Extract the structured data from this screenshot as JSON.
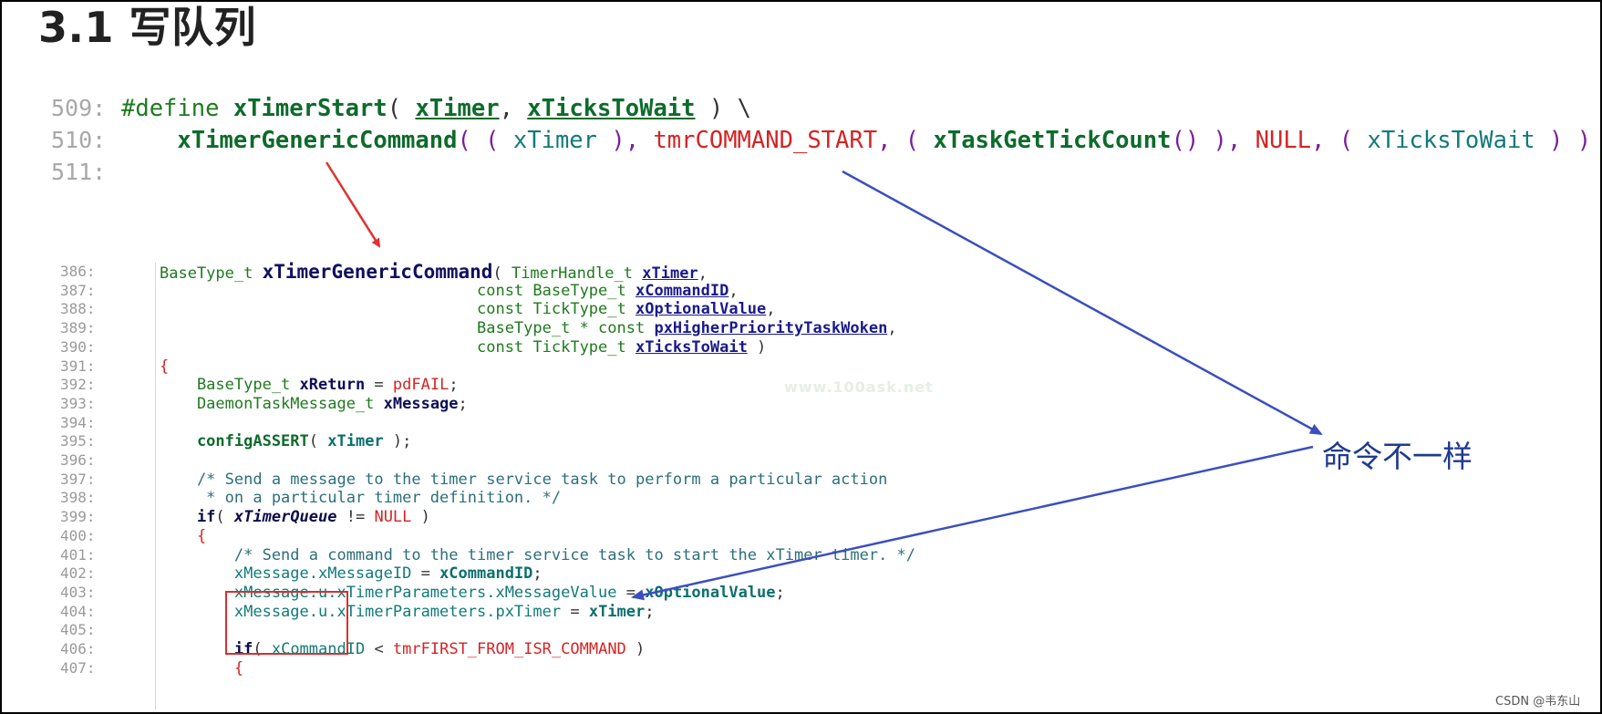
{
  "heading": "3.1 写队列",
  "big_code": [
    {
      "ln": "509:",
      "tokens": [
        {
          "t": "#define ",
          "c": "c-pp"
        },
        {
          "t": "xTimerStart",
          "c": "c-fnb"
        },
        {
          "t": "( ",
          "c": "c-op"
        },
        {
          "t": "xTimer",
          "c": "c-fnb uline"
        },
        {
          "t": ", ",
          "c": "c-op"
        },
        {
          "t": "xTicksToWait",
          "c": "c-fnb uline"
        },
        {
          "t": " ) \\",
          "c": "c-op"
        }
      ]
    },
    {
      "ln": "510:",
      "tokens": [
        {
          "t": "    xTimerGenericCommand",
          "c": "c-fnb"
        },
        {
          "t": "( ( ",
          "c": "c-pu"
        },
        {
          "t": "xTimer",
          "c": "c-id"
        },
        {
          "t": " ), ",
          "c": "c-pu"
        },
        {
          "t": "tmrCOMMAND_START",
          "c": "c-const"
        },
        {
          "t": ", ( ",
          "c": "c-pu"
        },
        {
          "t": "xTaskGetTickCount",
          "c": "c-fnb"
        },
        {
          "t": "() ), ",
          "c": "c-pu"
        },
        {
          "t": "NULL",
          "c": "c-const"
        },
        {
          "t": ", ( ",
          "c": "c-pu"
        },
        {
          "t": "xTicksToWait",
          "c": "c-id"
        },
        {
          "t": " ) )",
          "c": "c-pu"
        }
      ]
    },
    {
      "ln": "511:",
      "tokens": []
    }
  ],
  "small_code": [
    {
      "ln": "386:",
      "tokens": [
        {
          "t": "BaseType_t ",
          "c": "c-ty"
        },
        {
          "t": "xTimerGenericCommand",
          "c": "c-big-fn"
        },
        {
          "t": "( ",
          "c": "c-op"
        },
        {
          "t": "TimerHandle_t ",
          "c": "c-ty"
        },
        {
          "t": "xTimer",
          "c": "c-par"
        },
        {
          "t": ",",
          "c": "c-op"
        }
      ]
    },
    {
      "ln": "387:",
      "tokens": [
        {
          "t": "                                  const BaseType_t ",
          "c": "c-ty"
        },
        {
          "t": "xCommandID",
          "c": "c-par"
        },
        {
          "t": ",",
          "c": "c-op"
        }
      ]
    },
    {
      "ln": "388:",
      "tokens": [
        {
          "t": "                                  const TickType_t ",
          "c": "c-ty"
        },
        {
          "t": "xOptionalValue",
          "c": "c-par"
        },
        {
          "t": ",",
          "c": "c-op"
        }
      ]
    },
    {
      "ln": "389:",
      "tokens": [
        {
          "t": "                                  BaseType_t * const ",
          "c": "c-ty"
        },
        {
          "t": "pxHigherPriorityTaskWoken",
          "c": "c-par"
        },
        {
          "t": ",",
          "c": "c-op"
        }
      ]
    },
    {
      "ln": "390:",
      "tokens": [
        {
          "t": "                                  const TickType_t ",
          "c": "c-ty"
        },
        {
          "t": "xTicksToWait",
          "c": "c-par"
        },
        {
          "t": " )",
          "c": "c-op"
        }
      ]
    },
    {
      "ln": "391:",
      "tokens": [
        {
          "t": "{",
          "c": "c-const"
        }
      ]
    },
    {
      "ln": "392:",
      "tokens": [
        {
          "t": "    BaseType_t ",
          "c": "c-ty"
        },
        {
          "t": "xReturn",
          "c": "c-loc"
        },
        {
          "t": " = ",
          "c": "c-op"
        },
        {
          "t": "pdFAIL",
          "c": "c-const"
        },
        {
          "t": ";",
          "c": "c-op"
        }
      ]
    },
    {
      "ln": "393:",
      "tokens": [
        {
          "t": "    DaemonTaskMessage_t ",
          "c": "c-ty"
        },
        {
          "t": "xMessage",
          "c": "c-loc"
        },
        {
          "t": ";",
          "c": "c-op"
        }
      ]
    },
    {
      "ln": "394:",
      "tokens": []
    },
    {
      "ln": "395:",
      "tokens": [
        {
          "t": "    configASSERT",
          "c": "c-fnb"
        },
        {
          "t": "( ",
          "c": "c-op"
        },
        {
          "t": "xTimer",
          "c": "c-idb"
        },
        {
          "t": " );",
          "c": "c-op"
        }
      ]
    },
    {
      "ln": "396:",
      "tokens": []
    },
    {
      "ln": "397:",
      "tokens": [
        {
          "t": "    /* Send a message to the timer service task to perform a particular action",
          "c": "c-cm"
        }
      ]
    },
    {
      "ln": "398:",
      "tokens": [
        {
          "t": "     * on a particular timer definition. */",
          "c": "c-cm"
        }
      ]
    },
    {
      "ln": "399:",
      "tokens": [
        {
          "t": "    if",
          "c": "c-kw"
        },
        {
          "t": "( ",
          "c": "c-op"
        },
        {
          "t": "xTimerQueue",
          "c": "c-ita"
        },
        {
          "t": " != ",
          "c": "c-op"
        },
        {
          "t": "NULL",
          "c": "c-const"
        },
        {
          "t": " )",
          "c": "c-op"
        }
      ]
    },
    {
      "ln": "400:",
      "tokens": [
        {
          "t": "    {",
          "c": "c-const"
        }
      ]
    },
    {
      "ln": "401:",
      "tokens": [
        {
          "t": "        /* Send a command to the timer service task to start the xTimer timer. */",
          "c": "c-cm"
        }
      ]
    },
    {
      "ln": "402:",
      "tokens": [
        {
          "t": "        xMessage.xMessageID",
          "c": "c-id"
        },
        {
          "t": " = ",
          "c": "c-op"
        },
        {
          "t": "xCommandID",
          "c": "c-idb"
        },
        {
          "t": ";",
          "c": "c-op"
        }
      ]
    },
    {
      "ln": "403:",
      "tokens": [
        {
          "t": "        xMessage.u.xTimerParameters.xMessageValue",
          "c": "c-id"
        },
        {
          "t": " = ",
          "c": "c-op"
        },
        {
          "t": "xOptionalValue",
          "c": "c-idb"
        },
        {
          "t": ";",
          "c": "c-op"
        }
      ]
    },
    {
      "ln": "404:",
      "tokens": [
        {
          "t": "        xMessage.u.xTimerParameters.pxTimer",
          "c": "c-id"
        },
        {
          "t": " = ",
          "c": "c-op"
        },
        {
          "t": "xTimer",
          "c": "c-idb"
        },
        {
          "t": ";",
          "c": "c-op"
        }
      ]
    },
    {
      "ln": "405:",
      "tokens": []
    },
    {
      "ln": "406:",
      "tokens": [
        {
          "t": "        if",
          "c": "c-kw"
        },
        {
          "t": "( ",
          "c": "c-op"
        },
        {
          "t": "xCommandID",
          "c": "c-id"
        },
        {
          "t": " < ",
          "c": "c-op"
        },
        {
          "t": "tmrFIRST_FROM_ISR_COMMAND",
          "c": "c-const"
        },
        {
          "t": " )",
          "c": "c-op"
        }
      ]
    },
    {
      "ln": "407:",
      "tokens": [
        {
          "t": "        {",
          "c": "c-const"
        }
      ]
    }
  ],
  "annotation": "命令不一样",
  "faint_watermark": "www.100ask.net",
  "watermark": "CSDN @韦东山",
  "colors": {
    "arrow_red": "#e03030",
    "arrow_blue": "#3b4fbf",
    "box_red": "#d83030"
  }
}
